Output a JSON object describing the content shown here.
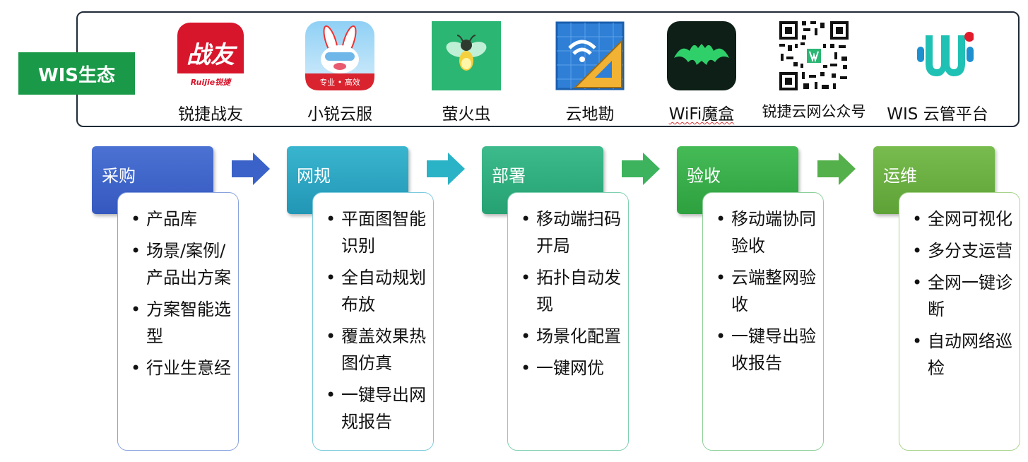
{
  "ecosystem": {
    "badge": "WIS生态",
    "apps": [
      {
        "label": "锐捷战友",
        "icon": "zhanyou-app-icon",
        "icon_text": "战友",
        "icon_subtext": "Ruijie锐捷"
      },
      {
        "label": "小锐云服",
        "icon": "rabbit-mascot-app-icon",
        "icon_text": "专业 • 高效"
      },
      {
        "label": "萤火虫",
        "icon": "firefly-app-icon"
      },
      {
        "label": "云地勘",
        "icon": "wifi-survey-app-icon"
      },
      {
        "label": "WiFi魔盒",
        "icon": "bat-app-icon"
      },
      {
        "label": "锐捷云网公众号",
        "icon": "qr-code-icon"
      },
      {
        "label": "WIS 云管平台",
        "icon": "wis-logo-icon"
      }
    ]
  },
  "stages": [
    {
      "title": "采购",
      "color": "#3a62c8",
      "items": [
        "产品库",
        "场景/案例/产品出方案",
        "方案智能选型",
        "行业生意经"
      ]
    },
    {
      "title": "网规",
      "color": "#2ba9c4",
      "items": [
        "平面图智能识别",
        "全自动规划布放",
        "覆盖效果热图仿真",
        "一键导出网规报告"
      ]
    },
    {
      "title": "部署",
      "color": "#2eb07f",
      "items": [
        "移动端扫码开局",
        "拓扑自动发现",
        "场景化配置",
        "一键网优"
      ]
    },
    {
      "title": "验收",
      "color": "#33ae45",
      "items": [
        "移动端协同验收",
        "云端整网验收",
        "一键导出验收报告"
      ]
    },
    {
      "title": "运维",
      "color": "#6ab042",
      "items": [
        "全网可视化",
        "多分支运营",
        "全网一键诊断",
        "自动网络巡检"
      ]
    }
  ],
  "arrows": [
    {
      "icon": "arrow-right-icon",
      "color": "#3a62c8"
    },
    {
      "icon": "arrow-right-icon",
      "color": "#2ab3c6"
    },
    {
      "icon": "arrow-right-icon",
      "color": "#3cb35c"
    },
    {
      "icon": "arrow-right-icon",
      "color": "#54b04a"
    }
  ]
}
